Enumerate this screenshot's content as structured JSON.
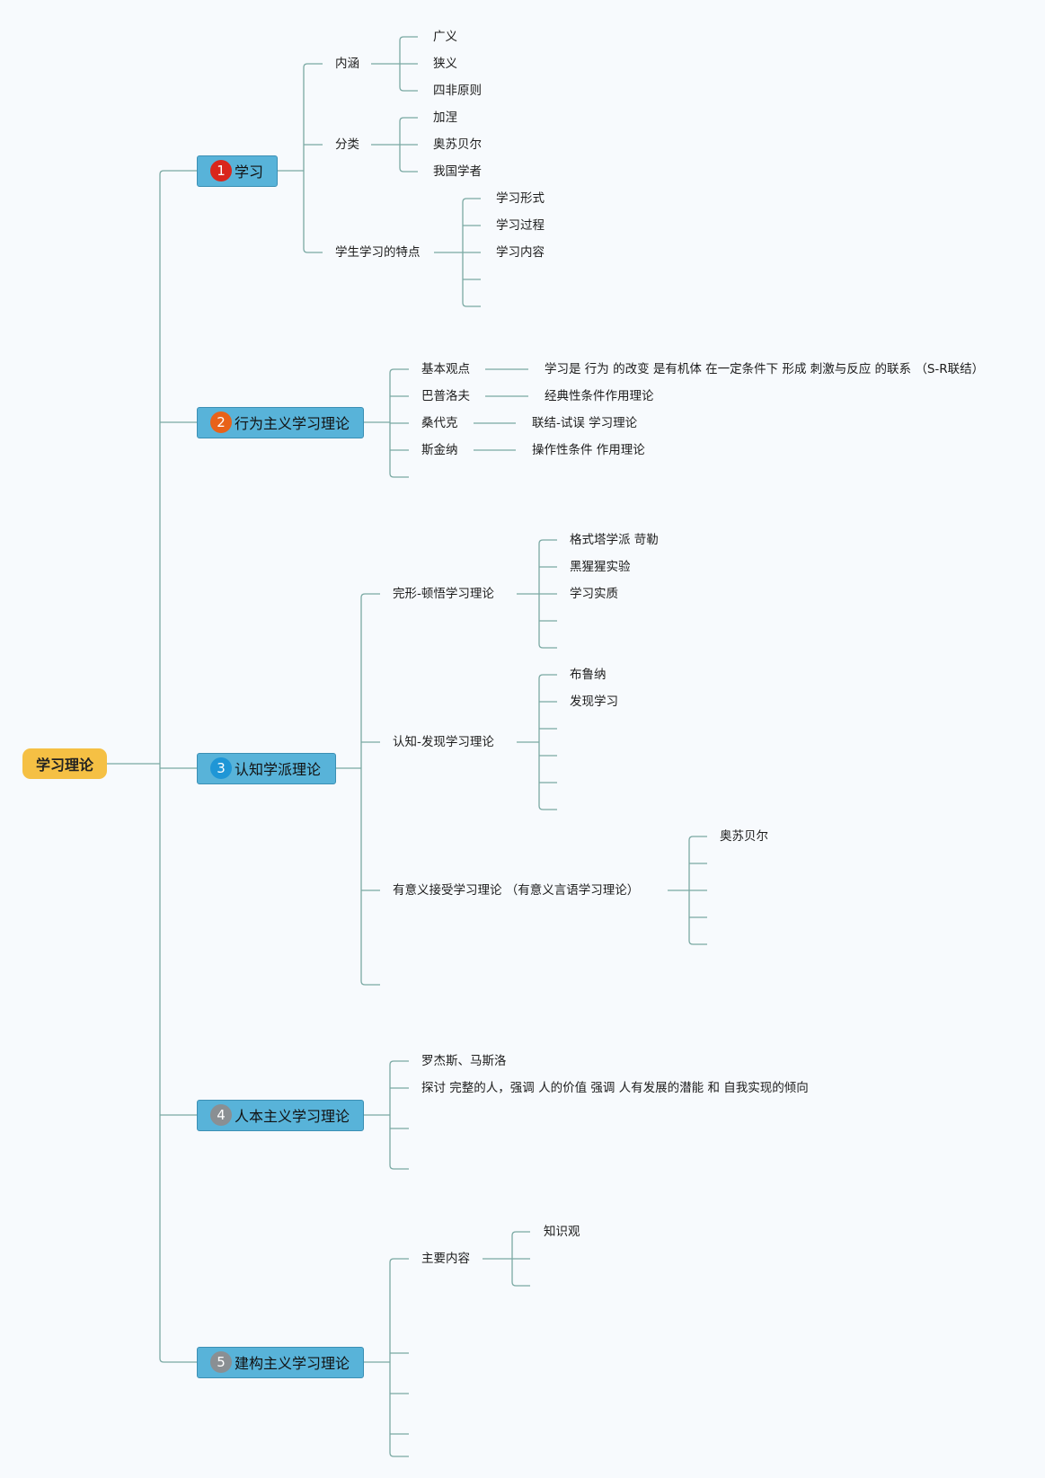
{
  "root": "学习理论",
  "colors": {
    "root": "#f5c044",
    "topic": "#58b3d9",
    "connector": "#7aa9a3"
  },
  "topics": [
    {
      "number": "1",
      "number_color": "#d9261c",
      "label": "学习",
      "children": [
        {
          "label": "内涵",
          "children": [
            "广义",
            "狭义",
            "四非原则"
          ]
        },
        {
          "label": "分类",
          "children": [
            "加涅",
            "奥苏贝尔",
            "我国学者"
          ]
        },
        {
          "label": "学生学习的特点",
          "children": [
            "学习形式",
            "学习过程",
            "学习内容",
            "",
            ""
          ]
        }
      ]
    },
    {
      "number": "2",
      "number_color": "#e8621a",
      "label": "行为主义学习理论",
      "children": [
        {
          "label": "基本观点",
          "children": [
            "学习是 行为 的改变 是有机体 在一定条件下 形成 刺激与反应 的联系 （S-R联结）"
          ]
        },
        {
          "label": "巴普洛夫",
          "children": [
            "经典性条件作用理论"
          ]
        },
        {
          "label": "桑代克",
          "children": [
            "联结-试误 学习理论"
          ]
        },
        {
          "label": "斯金纳",
          "children": [
            "操作性条件 作用理论"
          ]
        },
        {
          "label": "",
          "children": []
        }
      ]
    },
    {
      "number": "3",
      "number_color": "#1f96d6",
      "label": "认知学派理论",
      "children": [
        {
          "label": "完形-顿悟学习理论",
          "children": [
            "格式塔学派 苛勒",
            "黑猩猩实验",
            "学习实质",
            "",
            ""
          ]
        },
        {
          "label": "认知-发现学习理论",
          "children": [
            "布鲁纳",
            "发现学习",
            "",
            "",
            "",
            ""
          ]
        },
        {
          "label": "有意义接受学习理论 （有意义言语学习理论）",
          "children": [
            "奥苏贝尔",
            "",
            "",
            "",
            ""
          ]
        },
        {
          "label": "",
          "children": []
        }
      ]
    },
    {
      "number": "4",
      "number_color": "#8a8f93",
      "label": "人本主义学习理论",
      "children": [
        {
          "label": "罗杰斯、马斯洛",
          "children": []
        },
        {
          "label": "探讨 完整的人，强调 人的价值 强调 人有发展的潜能 和 自我实现的倾向",
          "children": []
        },
        {
          "label": "",
          "children": []
        },
        {
          "label": "",
          "children": []
        }
      ]
    },
    {
      "number": "5",
      "number_color": "#8a8f93",
      "label": "建构主义学习理论",
      "children": [
        {
          "label": "主要内容",
          "children": [
            "知识观",
            "",
            ""
          ]
        },
        {
          "label": "",
          "children": []
        },
        {
          "label": "",
          "children": []
        },
        {
          "label": "",
          "children": []
        },
        {
          "label": "",
          "children": []
        }
      ]
    }
  ]
}
